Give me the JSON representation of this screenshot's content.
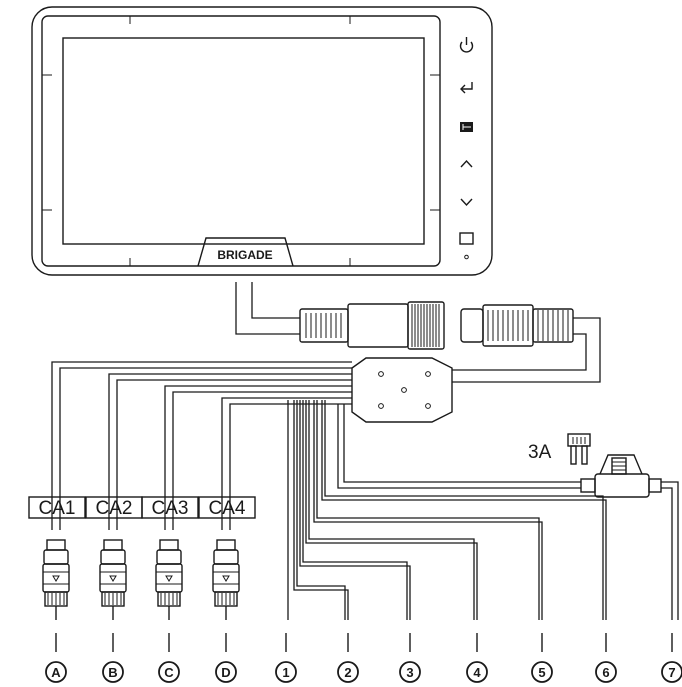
{
  "brand": "BRIGADE",
  "fuse_label": "3A",
  "camera_labels": [
    "CA1",
    "CA2",
    "CA3",
    "CA4"
  ],
  "camera_markers": [
    "A",
    "B",
    "C",
    "D"
  ],
  "wire_markers": [
    "1",
    "2",
    "3",
    "4",
    "5",
    "6",
    "7"
  ],
  "icons": [
    "power-icon",
    "enter-icon",
    "menu-icon",
    "up-chevron-icon",
    "down-chevron-icon",
    "mode-icon"
  ]
}
